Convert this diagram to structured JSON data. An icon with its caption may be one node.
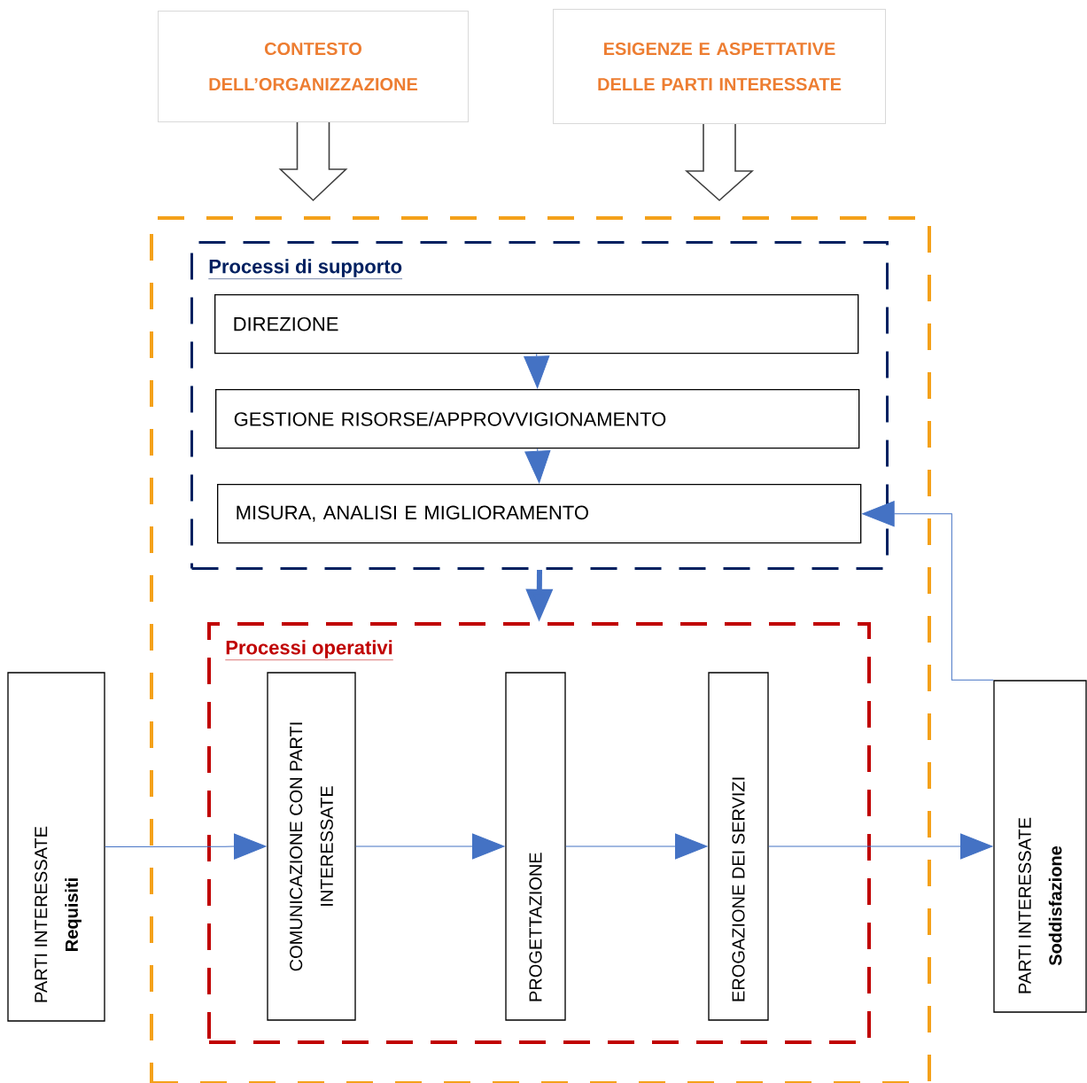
{
  "diagram": {
    "nodes": [
      {
        "text": [
          "CONTESTO DELL’ORGANIZZAZIONE"
        ]
      },
      {
        "text": [
          "ESIGENZE E ASPETTATIVE DELLE PARTI INTERESSATE"
        ]
      },
      {
        "text": [],
        "shape": "box"
      },
      {
        "text": [
          "Processi di supporto"
        ],
        "in": 2
      },
      {
        "text": [
          "DIREZIONE"
        ],
        "in": 3
      },
      {
        "text": [
          "GESTIONE RISORSE/APPROVVIGIONAMENTO"
        ],
        "in": 3
      },
      {
        "text": [
          "MISURA, ANALISI E MIGLIORAMENTO"
        ],
        "in": 3
      },
      {
        "text": [
          "Processi operativi"
        ],
        "in": 2
      },
      {
        "text": [
          "COMUNICAZIONE CON PARTI INTERESSATE"
        ],
        "in": 7
      },
      {
        "text": [
          "PROGETTAZIONE"
        ],
        "in": 7
      },
      {
        "text": [
          "EROGAZIONE DEI SERVIZI"
        ],
        "in": 7
      },
      {
        "text": [
          "PARTI INTERESSATE",
          "Requisiti"
        ]
      },
      {
        "text": [
          "PARTI INTERESSATE",
          "Soddisfazione"
        ]
      }
    ],
    "edges": [
      {
        "from": 0,
        "to": 2,
        "arrow": "to",
        "color": "#404040"
      },
      {
        "from": 1,
        "to": 2,
        "arrow": "to",
        "color": "#404040"
      },
      {
        "from": 4,
        "to": 5,
        "arrow": "to"
      },
      {
        "from": 5,
        "to": 6,
        "arrow": "to"
      },
      {
        "from": 3,
        "to": 7,
        "arrow": "to",
        "style": "thick"
      },
      {
        "from": 11,
        "to": 8,
        "arrow": "to"
      },
      {
        "from": 8,
        "to": 9,
        "arrow": "to"
      },
      {
        "from": 9,
        "to": 10,
        "arrow": "to"
      },
      {
        "from": 10,
        "to": 12,
        "arrow": "to"
      },
      {
        "from": 12,
        "to": 6,
        "arrow": "to"
      }
    ]
  }
}
